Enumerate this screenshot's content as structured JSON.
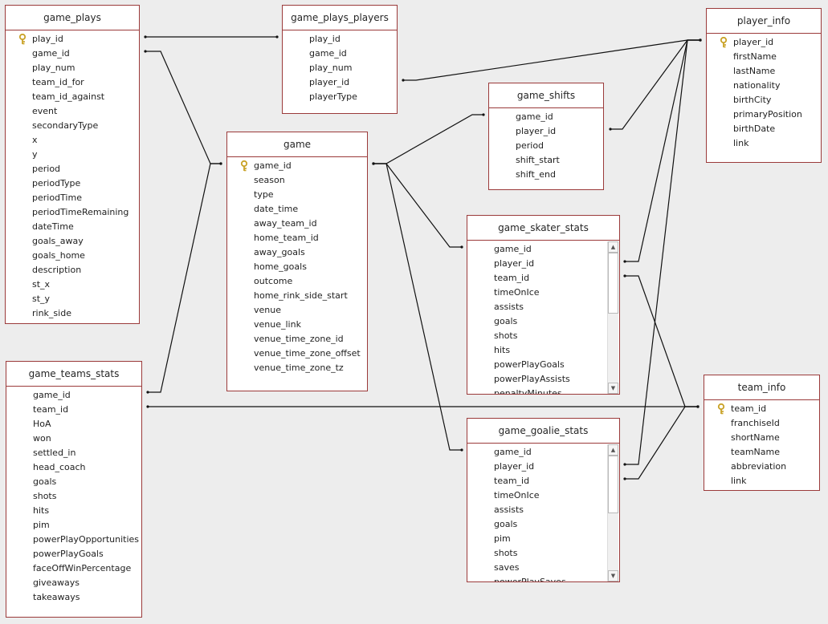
{
  "tables": {
    "game_plays": {
      "title": "game_plays",
      "fields": [
        "play_id",
        "game_id",
        "play_num",
        "team_id_for",
        "team_id_against",
        "event",
        "secondaryType",
        "x",
        "y",
        "period",
        "periodType",
        "periodTime",
        "periodTimeRemaining",
        "dateTime",
        "goals_away",
        "goals_home",
        "description",
        "st_x",
        "st_y",
        "rink_side"
      ]
    },
    "game_plays_players": {
      "title": "game_plays_players",
      "fields": [
        "play_id",
        "game_id",
        "play_num",
        "player_id",
        "playerType"
      ]
    },
    "player_info": {
      "title": "player_info",
      "fields": [
        "player_id",
        "firstName",
        "lastName",
        "nationality",
        "birthCity",
        "primaryPosition",
        "birthDate",
        "link"
      ]
    },
    "game_shifts": {
      "title": "game_shifts",
      "fields": [
        "game_id",
        "player_id",
        "period",
        "shift_start",
        "shift_end"
      ]
    },
    "game": {
      "title": "game",
      "fields": [
        "game_id",
        "season",
        "type",
        "date_time",
        "away_team_id",
        "home_team_id",
        "away_goals",
        "home_goals",
        "outcome",
        "home_rink_side_start",
        "venue",
        "venue_link",
        "venue_time_zone_id",
        "venue_time_zone_offset",
        "venue_time_zone_tz"
      ]
    },
    "game_skater_stats": {
      "title": "game_skater_stats",
      "fields": [
        "game_id",
        "player_id",
        "team_id",
        "timeOnIce",
        "assists",
        "goals",
        "shots",
        "hits",
        "powerPlayGoals",
        "powerPlayAssists",
        "penaltyMinutes"
      ]
    },
    "game_teams_stats": {
      "title": "game_teams_stats",
      "fields": [
        "game_id",
        "team_id",
        "HoA",
        "won",
        "settled_in",
        "head_coach",
        "goals",
        "shots",
        "hits",
        "pim",
        "powerPlayOpportunities",
        "powerPlayGoals",
        "faceOffWinPercentage",
        "giveaways",
        "takeaways"
      ]
    },
    "team_info": {
      "title": "team_info",
      "fields": [
        "team_id",
        "franchiseId",
        "shortName",
        "teamName",
        "abbreviation",
        "link"
      ]
    },
    "game_goalie_stats": {
      "title": "game_goalie_stats",
      "fields": [
        "game_id",
        "player_id",
        "team_id",
        "timeOnIce",
        "assists",
        "goals",
        "pim",
        "shots",
        "saves",
        "powerPlaySaves"
      ]
    }
  },
  "primary_keys": {
    "game_plays": "play_id",
    "player_info": "player_id",
    "game": "game_id",
    "team_info": "team_id"
  },
  "colors": {
    "background": "#ededed",
    "table_border": "#9b3a3a",
    "relationship_line": "#111111",
    "key_icon": "#c9a227"
  }
}
